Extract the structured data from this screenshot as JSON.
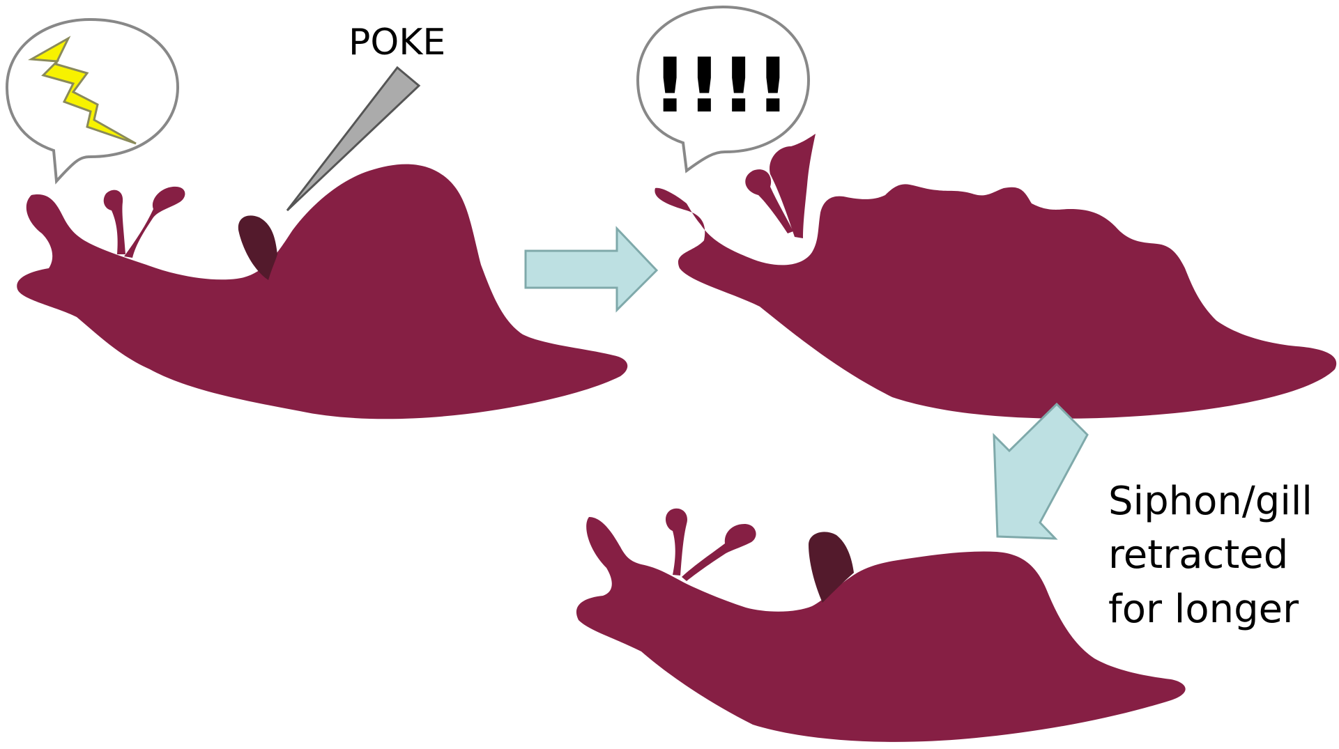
{
  "labels": {
    "poke": "POKE",
    "alarm": "!!!!",
    "outcome_line1": "Siphon/gill",
    "outcome_line2": "retracted",
    "outcome_line3": "for longer"
  },
  "icons": {
    "shock": "lightning-bolt-icon",
    "probe": "probe-icon",
    "flow_right": "arrow-right-icon",
    "flow_down_left": "arrow-down-left-icon"
  },
  "colors": {
    "body": "#861F44",
    "siphon": "#531A2C",
    "arrow_fill": "#BDE0E2",
    "arrow_stroke": "#7FA9AA",
    "bubble_stroke": "#888888",
    "bolt_fill": "#F7F200",
    "probe_fill": "#ABABAB"
  }
}
